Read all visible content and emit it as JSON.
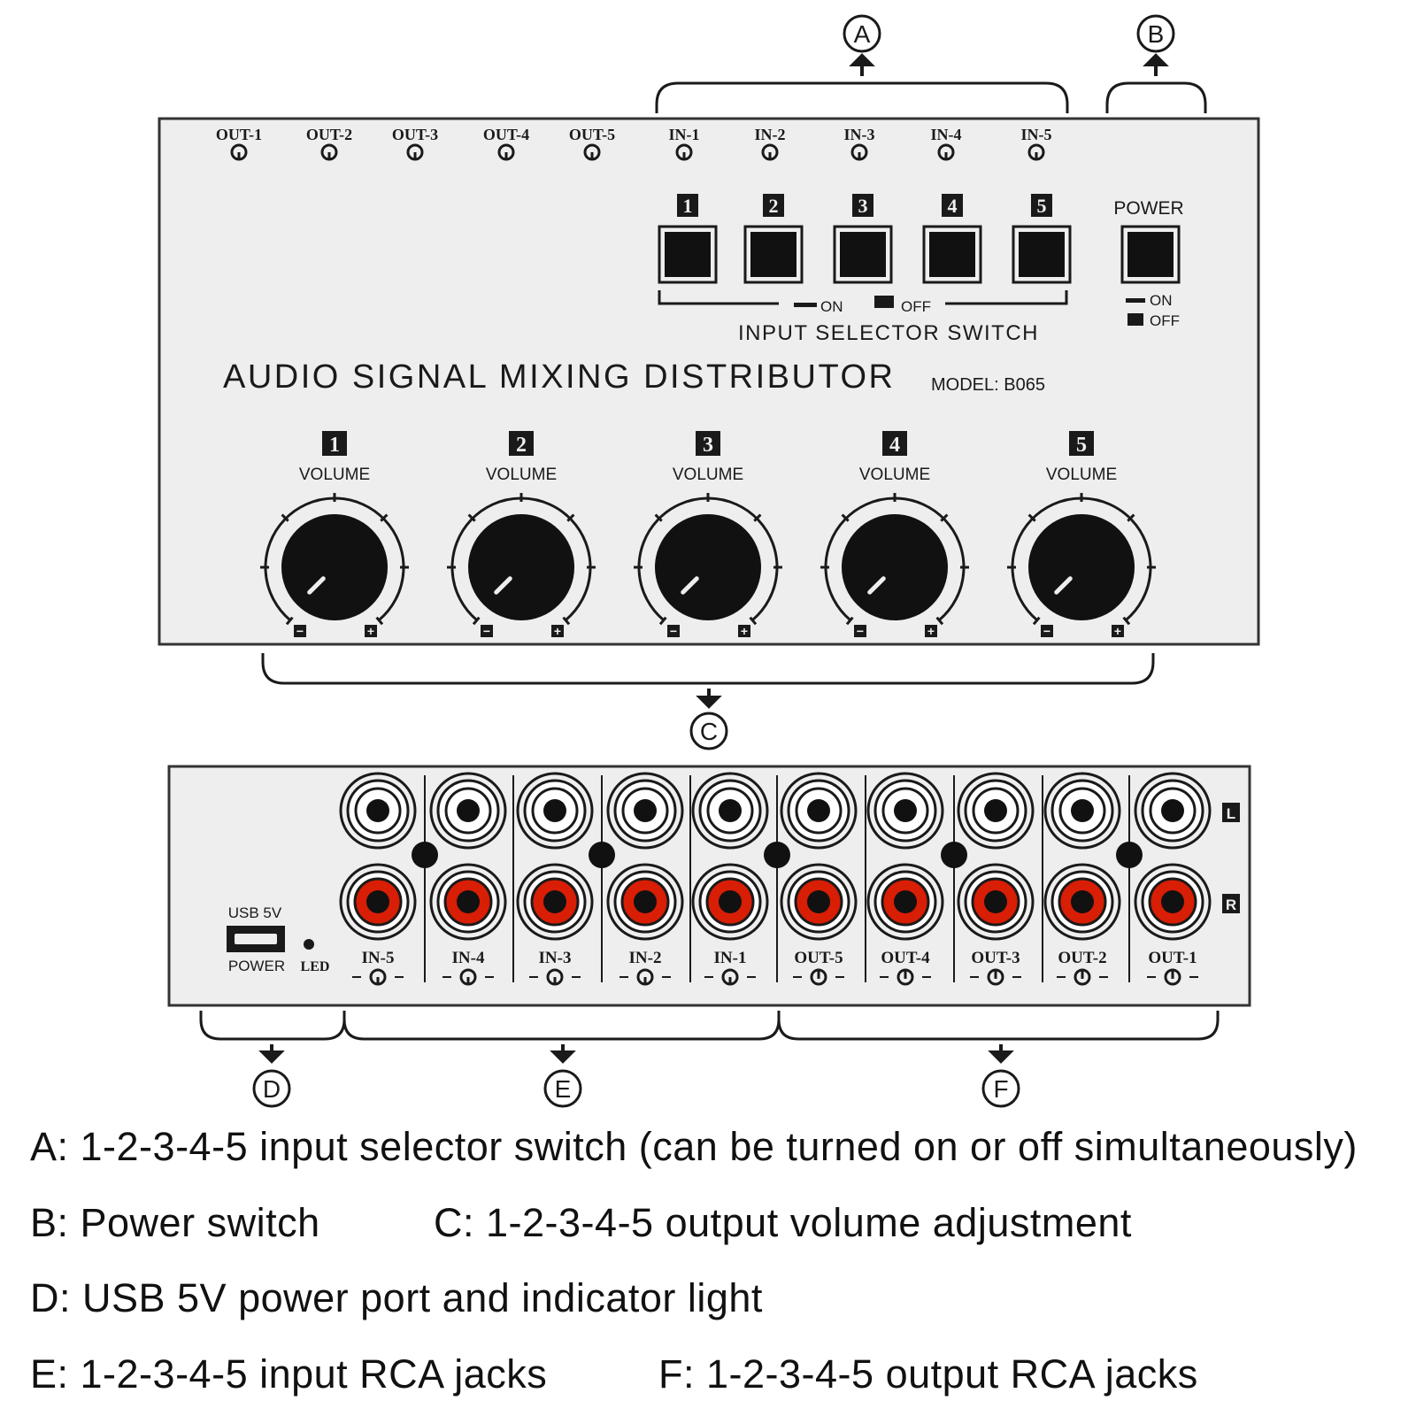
{
  "front_panel": {
    "jack_labels": [
      "OUT-1",
      "OUT-2",
      "OUT-3",
      "OUT-4",
      "OUT-5",
      "IN-1",
      "IN-2",
      "IN-3",
      "IN-4",
      "IN-5"
    ],
    "selector_numbers": [
      "1",
      "2",
      "3",
      "4",
      "5"
    ],
    "selector_on_label": "ON",
    "selector_off_label": "OFF",
    "selector_title": "INPUT SELECTOR SWITCH",
    "power_label": "POWER",
    "power_on_label": "ON",
    "power_off_label": "OFF",
    "product_title": "AUDIO SIGNAL MIXING DISTRIBUTOR",
    "model": "MODEL: B065",
    "volume_numbers": [
      "1",
      "2",
      "3",
      "4",
      "5"
    ],
    "volume_label": "VOLUME",
    "minus": "−",
    "plus": "+"
  },
  "rear_panel": {
    "usb_label": "USB 5V",
    "power_label": "POWER",
    "led_label": "LED",
    "jack_labels": [
      "IN-5",
      "IN-4",
      "IN-3",
      "IN-2",
      "IN-1",
      "OUT-5",
      "OUT-4",
      "OUT-3",
      "OUT-2",
      "OUT-1"
    ],
    "left_channel": "L",
    "right_channel": "R"
  },
  "markers": [
    "A",
    "B",
    "C",
    "D",
    "E",
    "F"
  ],
  "captions": {
    "a": "A: 1-2-3-4-5 input selector switch (can be turned on or off simultaneously)",
    "b": "B: Power switch",
    "c": "C: 1-2-3-4-5 output volume adjustment",
    "d": "D: USB 5V power port and indicator light",
    "e": "E: 1-2-3-4-5 input RCA jacks",
    "f": "F: 1-2-3-4-5 output RCA jacks"
  },
  "colors": {
    "panel": "#eeeeee",
    "rca_red": "#d81e05",
    "ink": "#1a1a1a"
  },
  "icons": {
    "jack": "mini-jack-icon",
    "knob": "volume-knob-icon",
    "usb": "micro-usb-port-icon"
  }
}
